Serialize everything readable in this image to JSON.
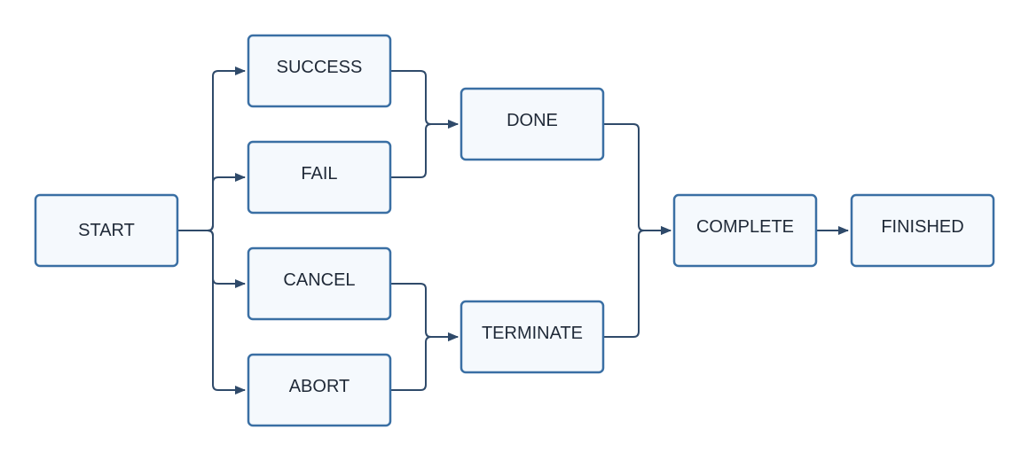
{
  "colors": {
    "node_fill": "#f5f9fd",
    "node_stroke": "#3a6fa4",
    "edge": "#2f4a6a",
    "text": "#1f2937"
  },
  "nodes": {
    "start": "START",
    "success": "SUCCESS",
    "fail": "FAIL",
    "cancel": "CANCEL",
    "abort": "ABORT",
    "done": "DONE",
    "terminate": "TERMINATE",
    "complete": "COMPLETE",
    "finished": "FINISHED"
  },
  "edges": [
    {
      "from": "start",
      "to": "success"
    },
    {
      "from": "start",
      "to": "fail"
    },
    {
      "from": "start",
      "to": "cancel"
    },
    {
      "from": "start",
      "to": "abort"
    },
    {
      "from": "success",
      "to": "done"
    },
    {
      "from": "fail",
      "to": "done"
    },
    {
      "from": "cancel",
      "to": "terminate"
    },
    {
      "from": "abort",
      "to": "terminate"
    },
    {
      "from": "done",
      "to": "complete"
    },
    {
      "from": "terminate",
      "to": "complete"
    },
    {
      "from": "complete",
      "to": "finished"
    }
  ]
}
